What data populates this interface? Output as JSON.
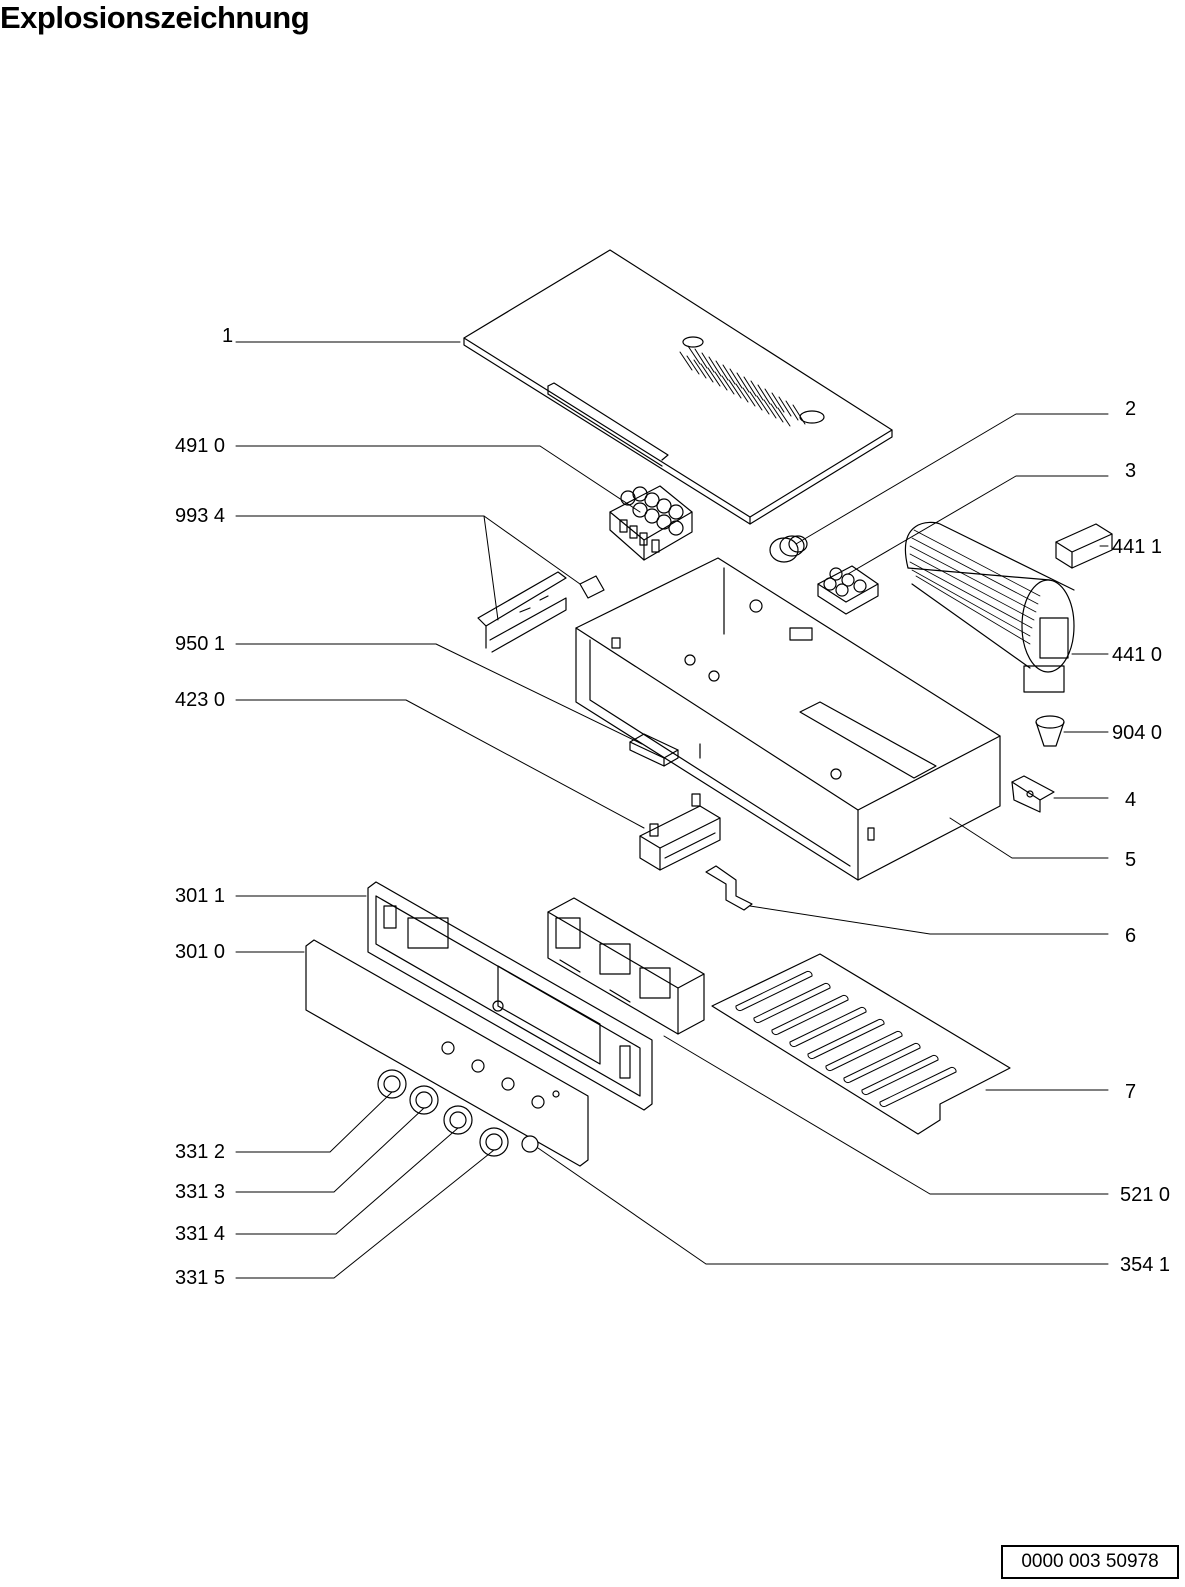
{
  "title": "Explosionszeichnung",
  "document_number": "0000 003 50978",
  "callouts": [
    {
      "id": "1",
      "label": "1"
    },
    {
      "id": "2",
      "label": "2"
    },
    {
      "id": "3",
      "label": "3"
    },
    {
      "id": "4",
      "label": "4"
    },
    {
      "id": "5",
      "label": "5"
    },
    {
      "id": "6",
      "label": "6"
    },
    {
      "id": "7",
      "label": "7"
    },
    {
      "id": "4910",
      "label": "491 0"
    },
    {
      "id": "9934",
      "label": "993 4"
    },
    {
      "id": "9501",
      "label": "950 1"
    },
    {
      "id": "4230",
      "label": "423 0"
    },
    {
      "id": "3011",
      "label": "301 1"
    },
    {
      "id": "3010",
      "label": "301 0"
    },
    {
      "id": "3312",
      "label": "331 2"
    },
    {
      "id": "3313",
      "label": "331 3"
    },
    {
      "id": "3314",
      "label": "331 4"
    },
    {
      "id": "3315",
      "label": "331 5"
    },
    {
      "id": "4411",
      "label": "441 1"
    },
    {
      "id": "4410",
      "label": "441 0"
    },
    {
      "id": "9040",
      "label": "904 0"
    },
    {
      "id": "5210",
      "label": "521 0"
    },
    {
      "id": "3541",
      "label": "354 1"
    }
  ]
}
